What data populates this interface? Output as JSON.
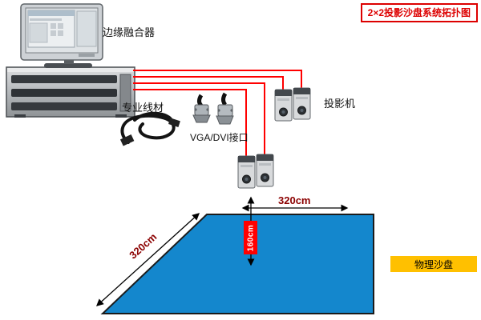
{
  "title": "2×2投影沙盘系统拓扑图",
  "labels": {
    "edge_blender": "边缘融合器",
    "pro_cables": "专业线材",
    "vga_dvi": "VGA/DVI接口",
    "projector": "投影机",
    "sandbox": "物理沙盘"
  },
  "measurements": {
    "top_width": "320cm",
    "left_depth": "320cm",
    "height": "160cm"
  },
  "colors": {
    "title_red": "#dd0000",
    "line_red": "#ff0000",
    "sandbox_blue": "#1487cd",
    "label_yellow": "#ffc000",
    "measure_dark_red": "#8b0000"
  }
}
